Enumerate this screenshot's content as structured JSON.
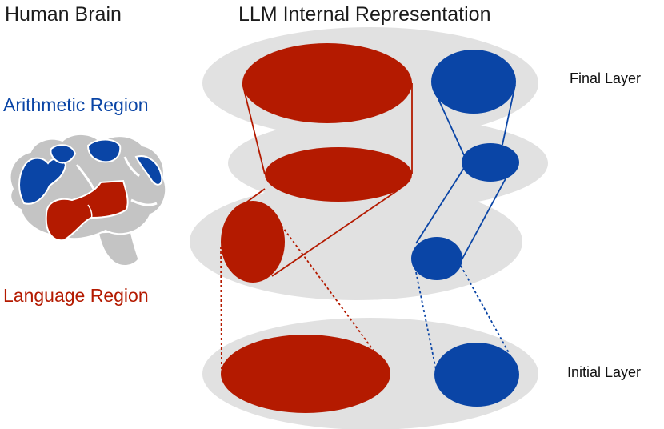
{
  "headings": {
    "left": "Human Brain",
    "right": "LLM Internal Representation"
  },
  "brain": {
    "arithmetic_label": "Arithmetic Region",
    "language_label": "Language Region"
  },
  "layers": {
    "final_label": "Final Layer",
    "initial_label": "Initial Layer"
  },
  "colors": {
    "language": "#b41a00",
    "arithmetic": "#0a45a6",
    "layer_plane": "#e1e1e1",
    "brain_gray": "#c4c4c4",
    "brain_outline": "#ffffff"
  }
}
